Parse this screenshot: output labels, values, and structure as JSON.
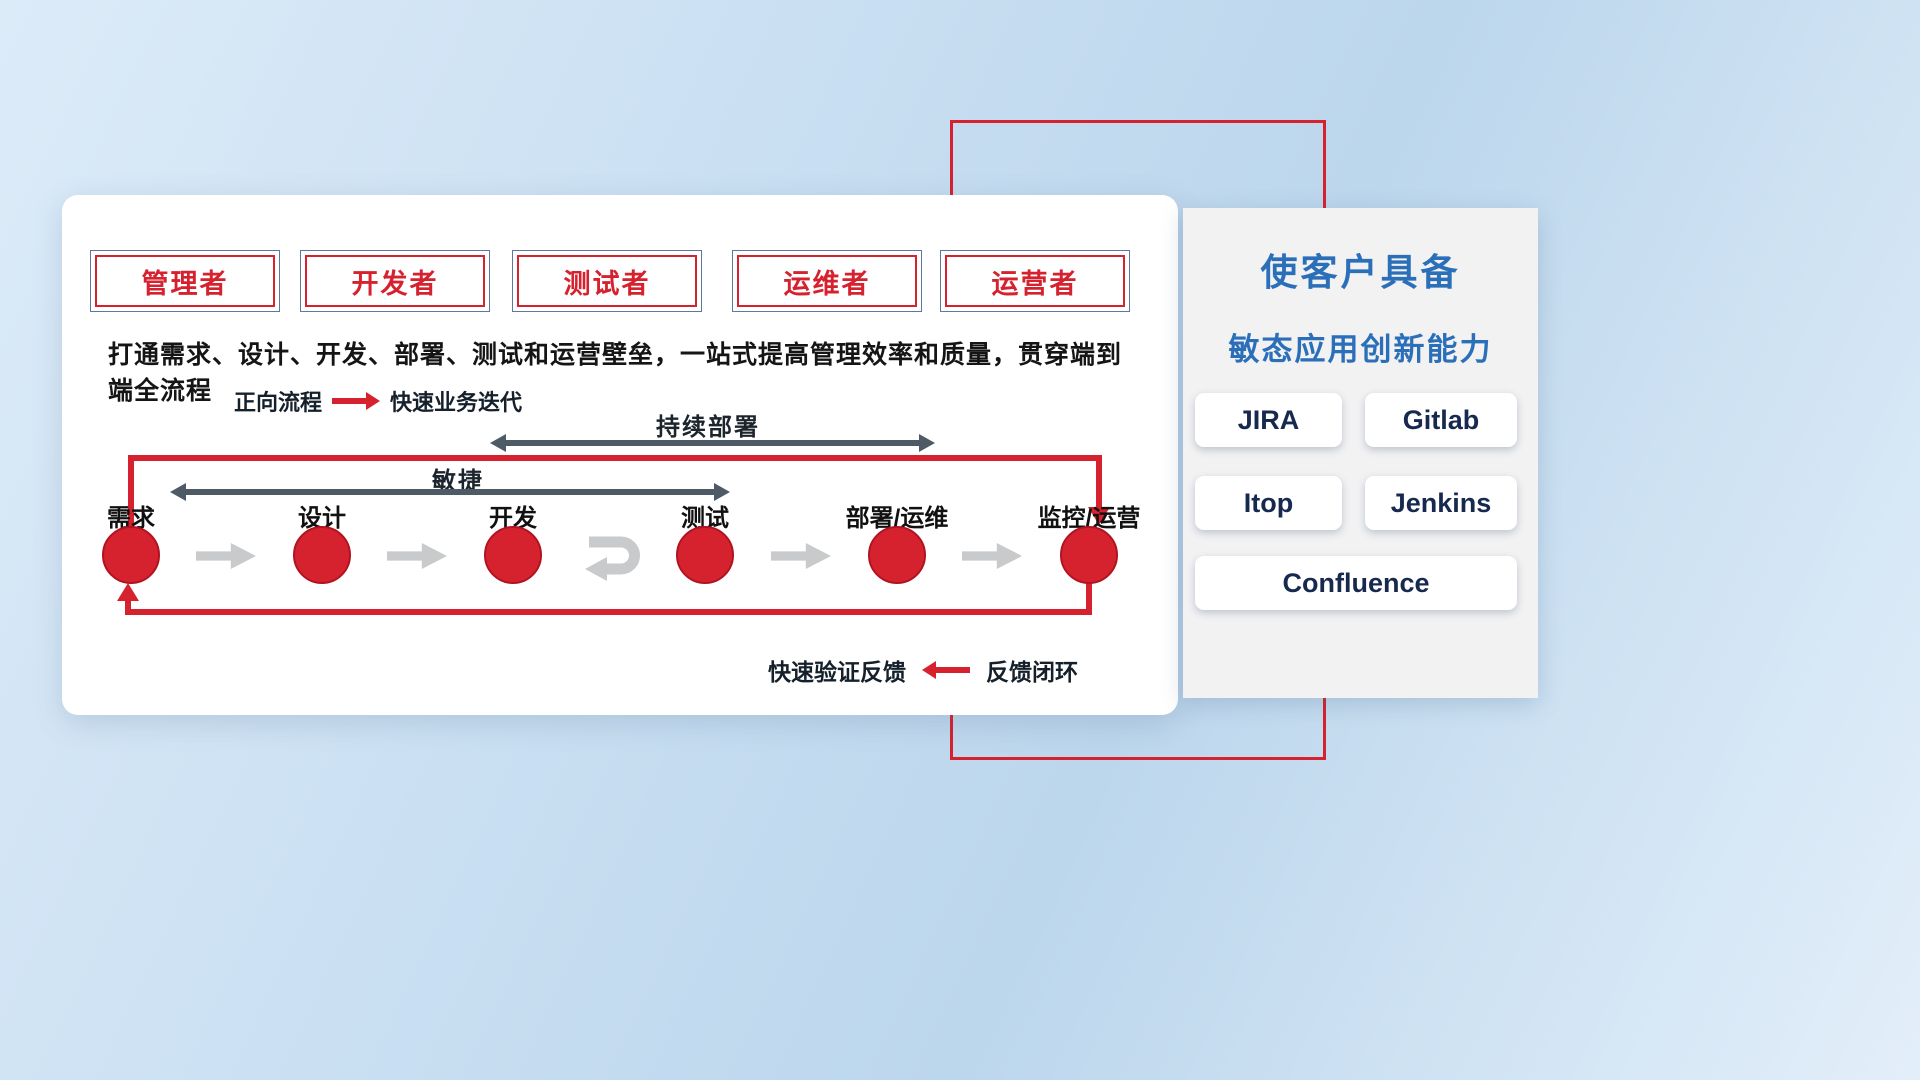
{
  "main": {
    "roles": [
      "管理者",
      "开发者",
      "测试者",
      "运维者",
      "运营者"
    ],
    "subtitle": "打通需求、设计、开发、部署、测试和运营壁垒，一站式提高管理效率和质量，贯穿端到端全流程",
    "forward_legend": {
      "label": "正向流程",
      "value": "快速业务迭代"
    },
    "cd_label": "持续部署",
    "agile_label": "敏捷",
    "stages": [
      "需求",
      "设计",
      "开发",
      "测试",
      "部署/运维",
      "监控/运营"
    ],
    "feedback_legend": {
      "label": "快速验证反馈",
      "value": "反馈闭环"
    }
  },
  "side": {
    "title_line1": "使客户具备",
    "title_line2": "敏态应用创新能力",
    "tools": [
      "JIRA",
      "Gitlab",
      "Itop",
      "Jenkins",
      "Confluence"
    ]
  },
  "colors": {
    "red": "#d6222e",
    "dark_arrow": "#4e5a66",
    "gray_arrow": "#c8cacc",
    "blue_title": "#2c6fb9"
  }
}
